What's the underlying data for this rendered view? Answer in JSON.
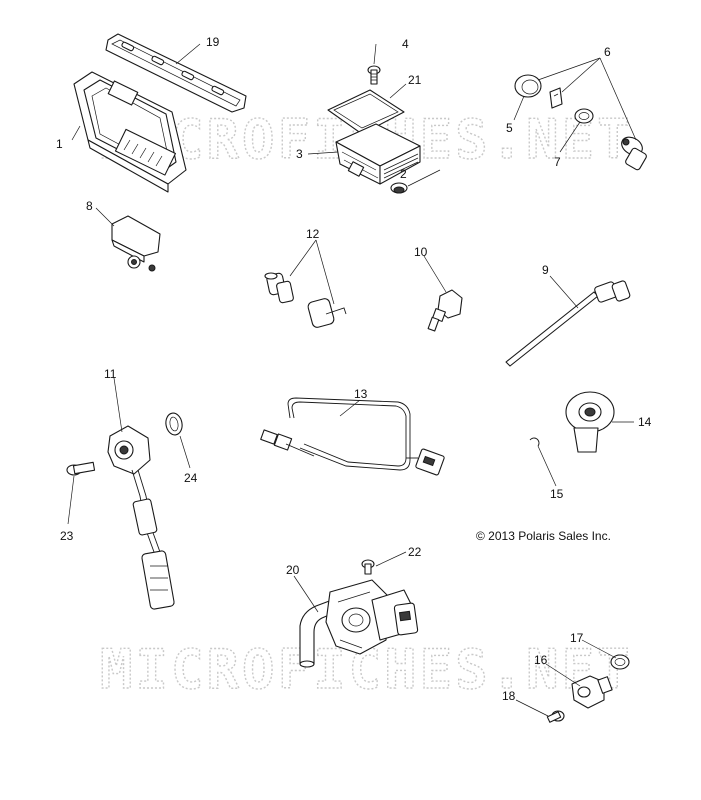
{
  "watermark": "MICROFICHES.NET",
  "copyright": "© 2013 Polaris Sales Inc.",
  "callouts": {
    "c1": "1",
    "c2": "2",
    "c3": "3",
    "c4": "4",
    "c5": "5",
    "c6": "6",
    "c7": "7",
    "c8": "8",
    "c9": "9",
    "c10": "10",
    "c11": "11",
    "c12": "12",
    "c13": "13",
    "c14": "14",
    "c15": "15",
    "c16": "16",
    "c17": "17",
    "c18": "18",
    "c19": "19",
    "c20": "20",
    "c21": "21",
    "c22": "22",
    "c23": "23",
    "c24": "24"
  }
}
